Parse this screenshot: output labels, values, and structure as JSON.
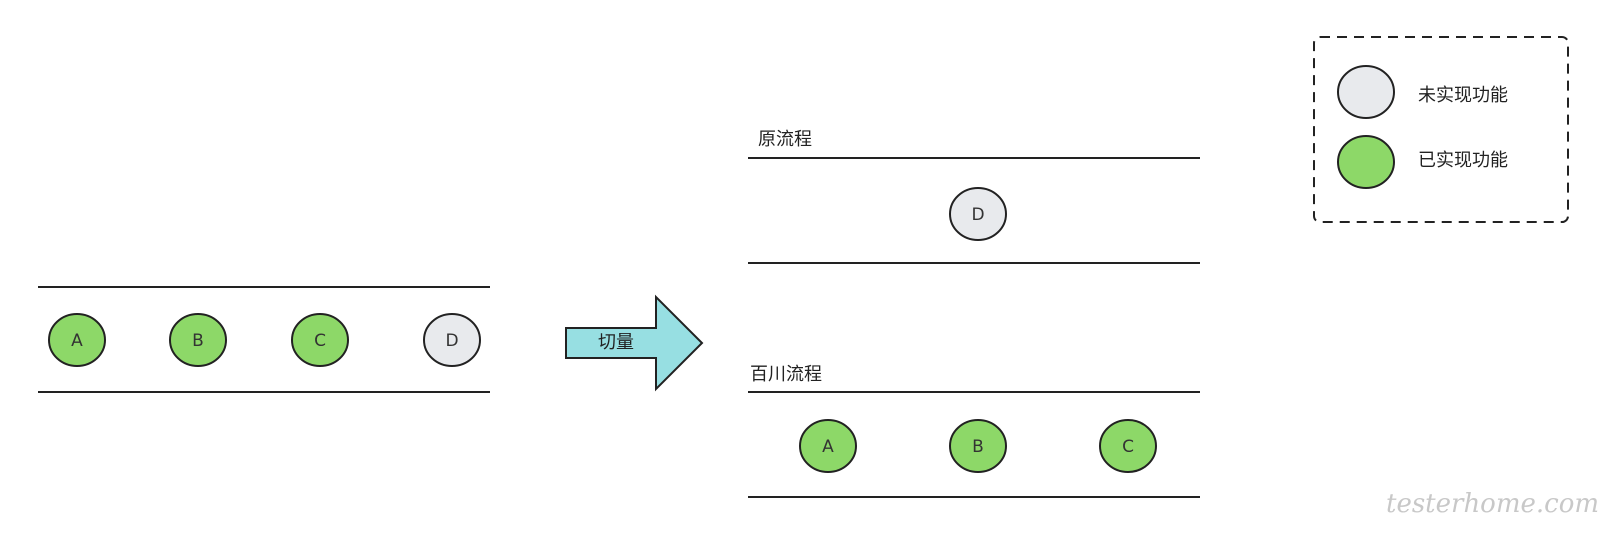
{
  "colors": {
    "implemented": "#8dd868",
    "unimplemented": "#e8eaed",
    "arrow": "#97dfe2",
    "stroke": "#222222"
  },
  "original_lane": {
    "nodes": [
      {
        "label": "A",
        "status": "implemented"
      },
      {
        "label": "B",
        "status": "implemented"
      },
      {
        "label": "C",
        "status": "implemented"
      },
      {
        "label": "D",
        "status": "unimplemented"
      }
    ]
  },
  "arrow": {
    "label": "切量"
  },
  "upper_lane": {
    "title": "原流程",
    "nodes": [
      {
        "label": "D",
        "status": "unimplemented"
      }
    ]
  },
  "lower_lane": {
    "title": "百川流程",
    "nodes": [
      {
        "label": "A",
        "status": "implemented"
      },
      {
        "label": "B",
        "status": "implemented"
      },
      {
        "label": "C",
        "status": "implemented"
      }
    ]
  },
  "legend": {
    "items": [
      {
        "label": "未实现功能",
        "status": "unimplemented"
      },
      {
        "label": "已实现功能",
        "status": "implemented"
      }
    ]
  },
  "watermark": "testerhome.com"
}
